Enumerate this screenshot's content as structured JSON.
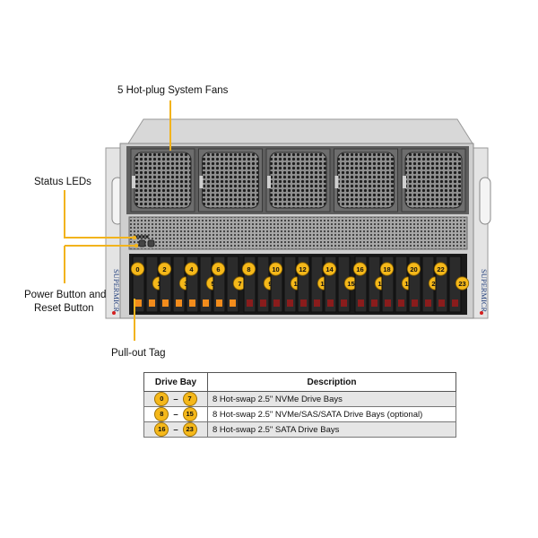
{
  "callouts": {
    "fans": "5 Hot-plug System Fans",
    "status_leds": "Status LEDs",
    "power_reset_line1": "Power Button and",
    "power_reset_line2": "Reset Button",
    "pullout": "Pull-out Tag"
  },
  "brand": "SUPERMICR",
  "bay_labels": [
    "0",
    "1",
    "2",
    "3",
    "4",
    "5",
    "6",
    "7",
    "8",
    "9",
    "10",
    "11",
    "12",
    "13",
    "14",
    "15",
    "16",
    "17",
    "18",
    "19",
    "20",
    "21",
    "22",
    "23"
  ],
  "table": {
    "headers": [
      "Drive Bay",
      "Description"
    ],
    "rows": [
      {
        "from": "0",
        "to": "7",
        "desc": "8 Hot-swap 2.5\" NVMe Drive Bays"
      },
      {
        "from": "8",
        "to": "15",
        "desc": "8 Hot-swap 2.5\" NVMe/SAS/SATA Drive Bays (optional)"
      },
      {
        "from": "16",
        "to": "23",
        "desc": "8 Hot-swap 2.5\" SATA Drive Bays"
      }
    ]
  },
  "colors": {
    "callout_line": "#f2b31c",
    "badge": "#f5b81a",
    "nvme_tab": "#f28c1c",
    "sata_tab": "#8a1c1c",
    "chassis": "#c9c9c9"
  }
}
